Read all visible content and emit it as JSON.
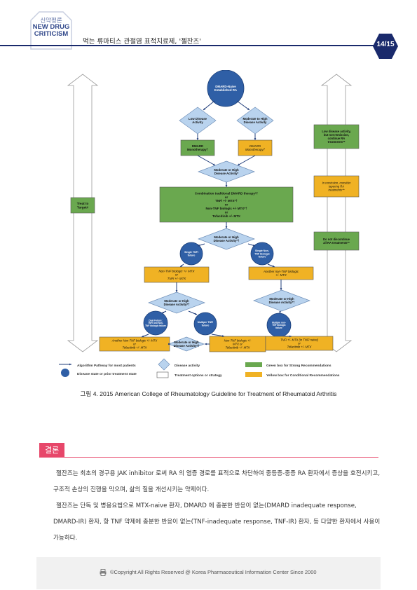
{
  "header": {
    "logo_ko": "신약평론",
    "logo_en_1": "NEW DRUG",
    "logo_en_2": "CRITICISM",
    "title": "먹는 류마티스 관절염 표적치료제, '젤잔즈'",
    "page": "14/15"
  },
  "figure": {
    "left_arrow_label": [
      "Treat to",
      "Target#"
    ],
    "right_boxes": [
      [
        "Low disease activity,",
        "but not remission,",
        "continue RA",
        "treatments**"
      ],
      [
        "In remission, consider",
        "tapering RA",
        "treatments**"
      ],
      [
        "Do not discontinue",
        "all RA treatments**"
      ]
    ],
    "nodes": {
      "start": [
        "DMARD-Naive",
        "Established RA"
      ],
      "low": [
        "Low Disease",
        "Activity"
      ],
      "modhigh_top": [
        "Moderate to High",
        "Disease Activity"
      ],
      "dmard_mono_left": [
        "DMARD",
        "Monotherapy†"
      ],
      "dmard_mono_right": [
        "DMARD",
        "Monotherapy†"
      ],
      "d1": [
        "Moderate or High",
        "Disease Activity*"
      ],
      "combo": [
        "Combination traditional DMARD therapy*†",
        "or",
        "TNFi +/- MTX*†",
        "or",
        "Non-TNF biologic +/- MTX*†",
        "or",
        "Tofacitinib +/- MTX"
      ],
      "d2": [
        "Moderate or High",
        "Disease Activity*†"
      ],
      "c_single_tnf": [
        "Single TNFi",
        "failure"
      ],
      "c_single_nontnf": [
        "Single Non-",
        "TNF biologic",
        "failure"
      ],
      "y_left": [
        "Non-TNF biologic +/- MTX",
        "or",
        "TNFi +/- MTX"
      ],
      "y_right": [
        "Another non-TNF biologic",
        "+/- MTX"
      ],
      "d3": [
        "Moderate or High",
        "Disease Activity*†"
      ],
      "d4": [
        "Moderate or High",
        "Disease Activity*†"
      ],
      "c_dual": [
        "Dual Failure:",
        "TNFi and Non-",
        "TNF biologic failure"
      ],
      "c_multi_tnf": [
        "Multiple TNFi",
        "failure"
      ],
      "c_multi_nontnf": [
        "Multiple non-",
        "TNF biologic",
        "failure"
      ],
      "y_bl": [
        "Another Non-TNF biologic +/- MTX",
        "or",
        "Tofacitinib +/- MTX"
      ],
      "d5": [
        "Moderate or High",
        "Disease Activity*†"
      ],
      "y_bm": [
        "Non-TNF biologic +/-",
        "MTX or",
        "Tofacitinib +/- MTX"
      ],
      "y_br": [
        "TNFi +/- MTX (in TNFi naive)",
        "or",
        "Tofacitinib +/- MTX"
      ]
    },
    "legend": {
      "pathway": "Algorithm Pathway for most patients",
      "disease_state": "Disease state or prior treatment state",
      "activity": "Disease activity",
      "options": "Treatment options or strategy",
      "green": "Green box for Strong Recommendations",
      "yellow": "Yellow box for Conditional Recommendations"
    },
    "colors": {
      "green": "#6aa84f",
      "yellow": "#f0b224",
      "diamond": "#b9d3ee",
      "circle": "#2f5fa6",
      "arrow": "#1f3c7a"
    }
  },
  "caption": "그림 4. 2015 American College of Rheumatology Guideline for Treatment of Rheumatoid Arthritis",
  "conclusion": {
    "heading": "결론",
    "p1": "젤잔즈는 최초의 경구용 JAK inhibitor 로써 RA 의 염증 경로를 표적으로 차단하여 중등증-중증 RA 환자에서 증상을 호전시키고, 구조적 손상의 진행을 막으며, 삶의 질을 개선시키는 약제이다.",
    "p2": "젤잔즈는 단독 및 병용요법으로 MTX-naive 환자, DMARD 에 충분한 반응이 없는(DMARD inadequate response, DMARD-IR) 환자, 항 TNF 약제에 충분한 반응이 없는(TNF-inadequate response, TNF-IR) 환자, 등 다양한 환자에서 사용이 가능하다."
  },
  "footer": {
    "text": "©Copyright All Rights Reserved @ Korea Pharmaceutical Information Center Since 2000"
  }
}
